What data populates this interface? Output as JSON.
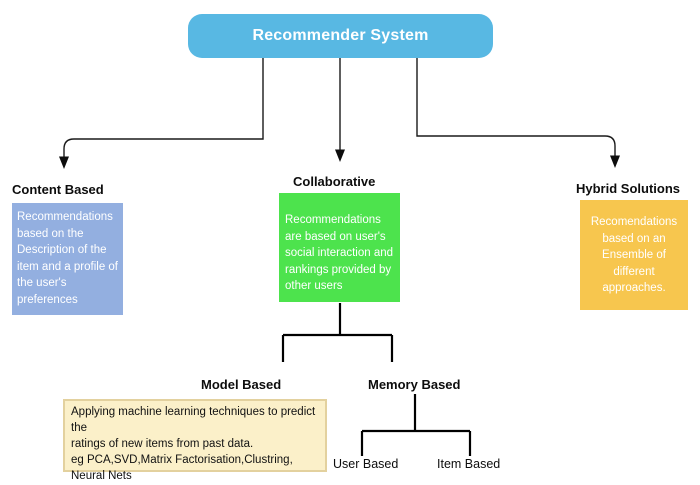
{
  "diagram_title": "Recommender System taxonomy flowchart",
  "root": {
    "label": "Recommender System"
  },
  "branches": {
    "content_based": {
      "title": "Content Based",
      "description": "Recommendations\nbased on the\nDescription of the\nitem and a profile of\nthe user's\npreferences"
    },
    "collaborative": {
      "title": "Collaborative",
      "description": "Recommendations\nare based on user's\nsocial interaction and\nrankings provided by\nother users"
    },
    "hybrid": {
      "title": "Hybrid Solutions",
      "description": "Recomendations\nbased on an\nEnsemble of\ndifferent\napproaches."
    }
  },
  "collaborative_children": {
    "model_based": {
      "title": "Model Based",
      "description": "Applying machine learning techniques to predict the\nratings of new items from past data.\neg PCA,SVD,Matrix Factorisation,Clustring,\nNeural Nets"
    },
    "memory_based": {
      "title": "Memory Based"
    }
  },
  "memory_children": {
    "user_based": {
      "label": "User Based"
    },
    "item_based": {
      "label": "Item Based"
    }
  },
  "colors": {
    "root_bg": "#58B8E3",
    "content_based_bg": "#93AFE0",
    "collaborative_bg": "#4DE34D",
    "hybrid_bg": "#F7C64E",
    "model_based_bg": "#FBF0C9",
    "model_based_border": "#E3D19E",
    "connector": "#1a1a1a",
    "text_on_fill": "#ffffff",
    "heading_text": "#0d0d0d"
  }
}
